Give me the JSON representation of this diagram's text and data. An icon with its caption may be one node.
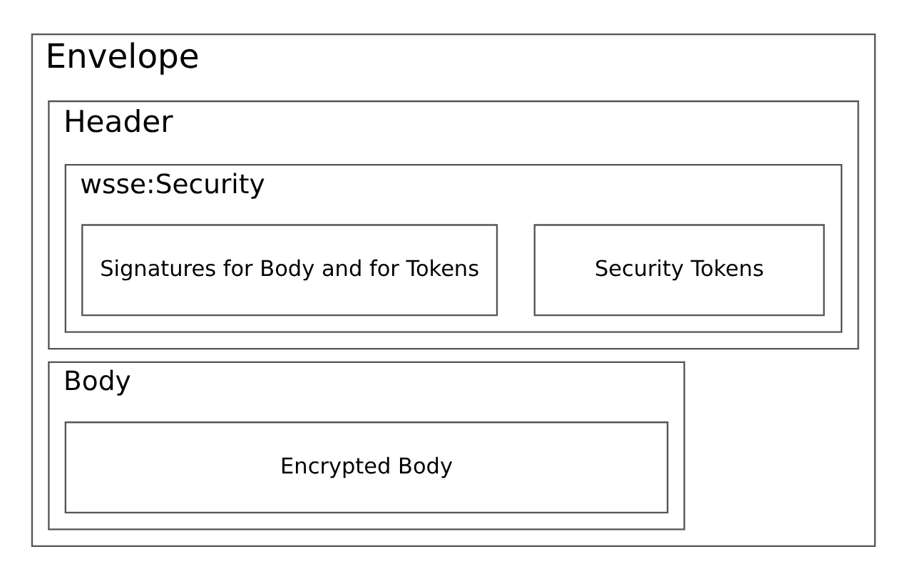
{
  "diagram": {
    "nodes": [
      {
        "text": [
          "Envelope"
        ]
      },
      {
        "text": [
          "Header"
        ],
        "in": 0
      },
      {
        "text": [
          "wsse:Security"
        ],
        "in": 1
      },
      {
        "text": [
          "Security Tokens"
        ],
        "in": 2
      },
      {
        "text": [
          "Signatures for Body and for Tokens"
        ],
        "in": 2
      },
      {
        "text": [
          "Body"
        ],
        "in": 0
      },
      {
        "text": [
          "Encrypted Body"
        ],
        "in": 5
      }
    ],
    "edges": []
  }
}
